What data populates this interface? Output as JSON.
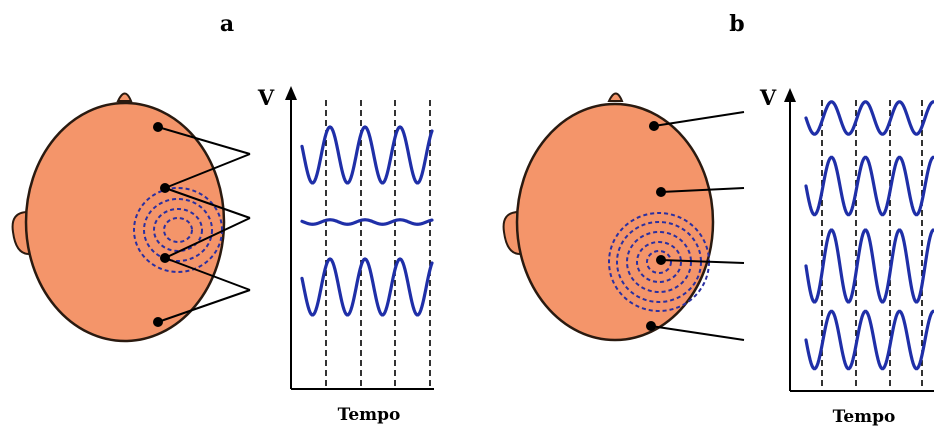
{
  "panels": [
    {
      "label": "a",
      "y_label": "V",
      "x_label": "Tempo",
      "waves": [
        {
          "amplitude": 1.0
        },
        {
          "amplitude": 0.08
        },
        {
          "amplitude": 1.0
        }
      ]
    },
    {
      "label": "b",
      "y_label": "V",
      "x_label": "Tempo",
      "waves": [
        {
          "amplitude": 0.45
        },
        {
          "amplitude": 0.8
        },
        {
          "amplitude": 1.0
        },
        {
          "amplitude": 0.8
        }
      ]
    }
  ],
  "colors": {
    "head": "#f4956a",
    "wave": "#1f2fa8",
    "dipole_rings": "#2a2fa0"
  },
  "icons": [
    "head-icon",
    "dipole-source-icon",
    "electrode-icon"
  ]
}
